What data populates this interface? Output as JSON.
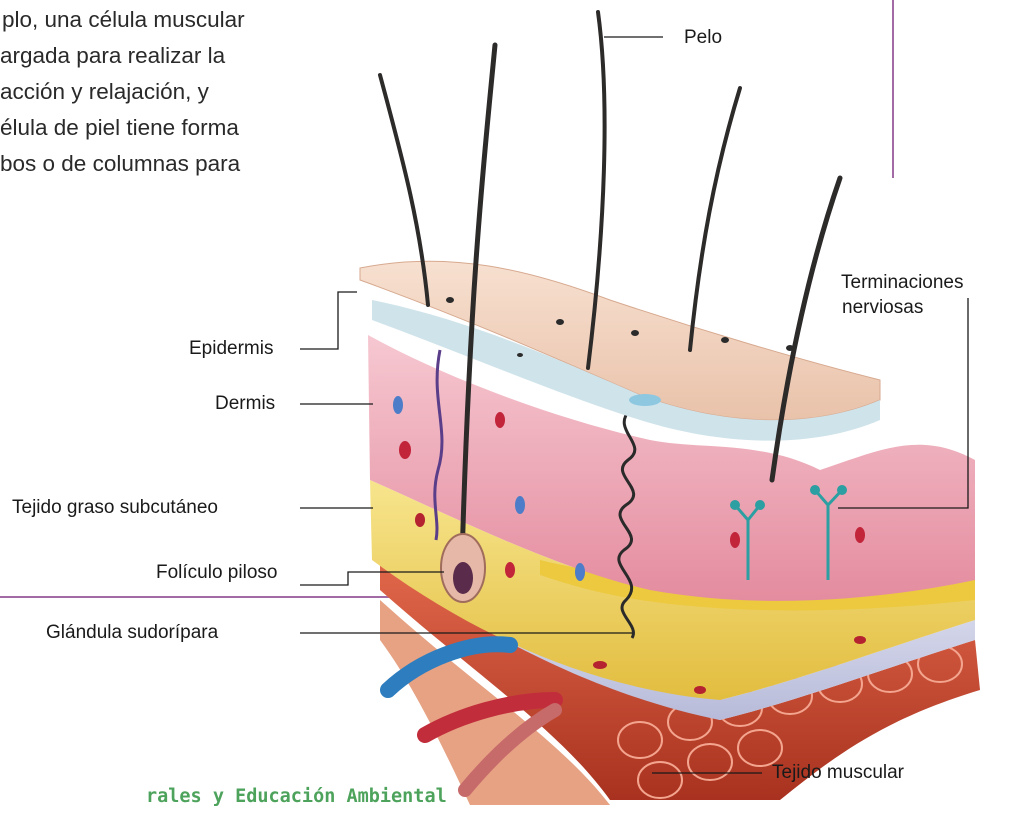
{
  "paragraph": {
    "lines": [
      "plo, una célula muscular",
      "argada para realizar la",
      "acción y relajación, y",
      "élula de piel tiene forma",
      "bos o de columnas para"
    ]
  },
  "diagram": {
    "labels": {
      "pelo": "Pelo",
      "terminaciones_line1": "Terminaciones",
      "terminaciones_line2": "nerviosas",
      "epidermis": "Epidermis",
      "dermis": "Dermis",
      "tejido_graso": "Tejido graso subcutáneo",
      "foliculo": "Folículo piloso",
      "glandula": "Glándula sudorípara",
      "muscular": "Tejido muscular"
    }
  },
  "footer": {
    "text": "rales y Educación Ambiental"
  },
  "colors": {
    "accent_line": "#a36ba6",
    "footer_green": "#4ea35c",
    "epidermis": "#f3d6c4",
    "dermis": "#f1b6c2",
    "fat": "#f0d770",
    "muscle": "#c8452f"
  }
}
